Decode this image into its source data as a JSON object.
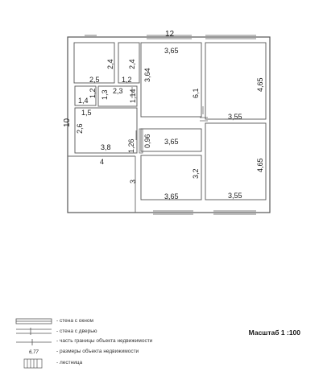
{
  "plan": {
    "corner_mark": "",
    "labels": {
      "total_width": "12",
      "total_height": "10",
      "top_room_width": "3,65",
      "kitchen_height": "3,64",
      "right_top_room_height": "4,65",
      "right_top_room_width": "3,55",
      "right_bottom_room_height": "4,65",
      "right_bottom_room_width": "3,55",
      "corridor_length": "6,1",
      "middle_width": "3,65",
      "bottom_room_width": "3,65",
      "bottom_room_height": "3,2",
      "small_room_height": "2,4",
      "small_room_width": "2,5",
      "wc_height": "2,4",
      "wc_width": "1,2",
      "dim_2_3": "2,3",
      "dim_1_3": "1,3",
      "dim_1_2": "1,2",
      "dim_1_14": "1,14",
      "dim_1_4": "1,4",
      "dim_1_5": "1,5",
      "hall_height": "2,6",
      "hall_width": "3,8",
      "dim_1_26": "1,26",
      "door_width": "0,96",
      "porch_width": "4",
      "porch_height": "3"
    }
  },
  "legend": {
    "items": [
      {
        "symbol": "window-wall",
        "text": "- стена с окном"
      },
      {
        "symbol": "door-wall",
        "text": "- стена с дверью"
      },
      {
        "symbol": "boundary",
        "text": "- часть границы объекта недвижимости"
      },
      {
        "symbol": "dimension",
        "sample": "6,77",
        "text": "- размеры объекта недвижимости"
      },
      {
        "symbol": "stairs",
        "text": "- лестница"
      }
    ]
  },
  "scale": "Масштаб  1 :100"
}
